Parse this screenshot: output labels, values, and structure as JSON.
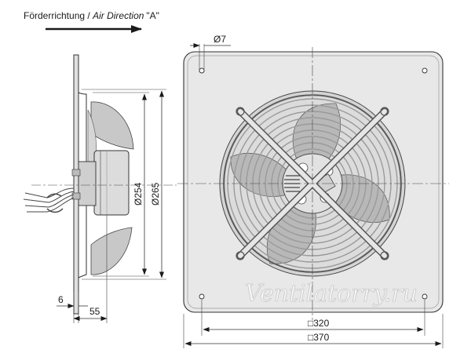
{
  "header": {
    "direction_de": "Förderrichtung",
    "separator": " / ",
    "direction_en": "Air Direction",
    "direction_code": "\"A\""
  },
  "dimensions": {
    "hole_dia": "Ø7",
    "impeller_dia": "Ø254",
    "frame_dia": "Ø265",
    "plate_thickness": "6",
    "depth": "55",
    "hole_pitch": "□320",
    "plate_size": "□370"
  },
  "watermark": "Ventilatorry.ru",
  "colors": {
    "line": "#333333",
    "panel": "#e6e6e6",
    "blade": "#b4b4b4",
    "grill": "#9a9a9a",
    "arrow": "#1a1a1a"
  }
}
